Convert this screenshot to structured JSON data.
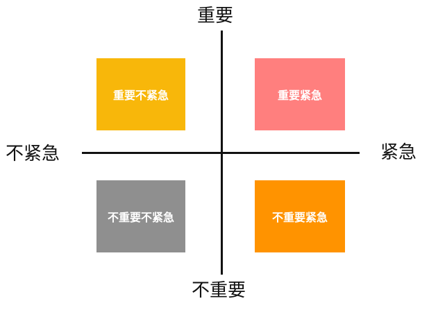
{
  "axes": {
    "top": "重要",
    "bottom": "不重要",
    "left": "不紧急",
    "right": "紧急"
  },
  "quadrants": {
    "top_left": {
      "label": "重要不紧急",
      "color": "#F8B70A"
    },
    "top_right": {
      "label": "重要紧急",
      "color": "#FF7F7E"
    },
    "bottom_left": {
      "label": "不重要不紧急",
      "color": "#8F8F8F"
    },
    "bottom_right": {
      "label": "不重要紧急",
      "color": "#FF9300"
    }
  },
  "colors": {
    "axis": "#111111",
    "background": "#FFFFFF",
    "quadrant_text": "#FFFFFF"
  }
}
